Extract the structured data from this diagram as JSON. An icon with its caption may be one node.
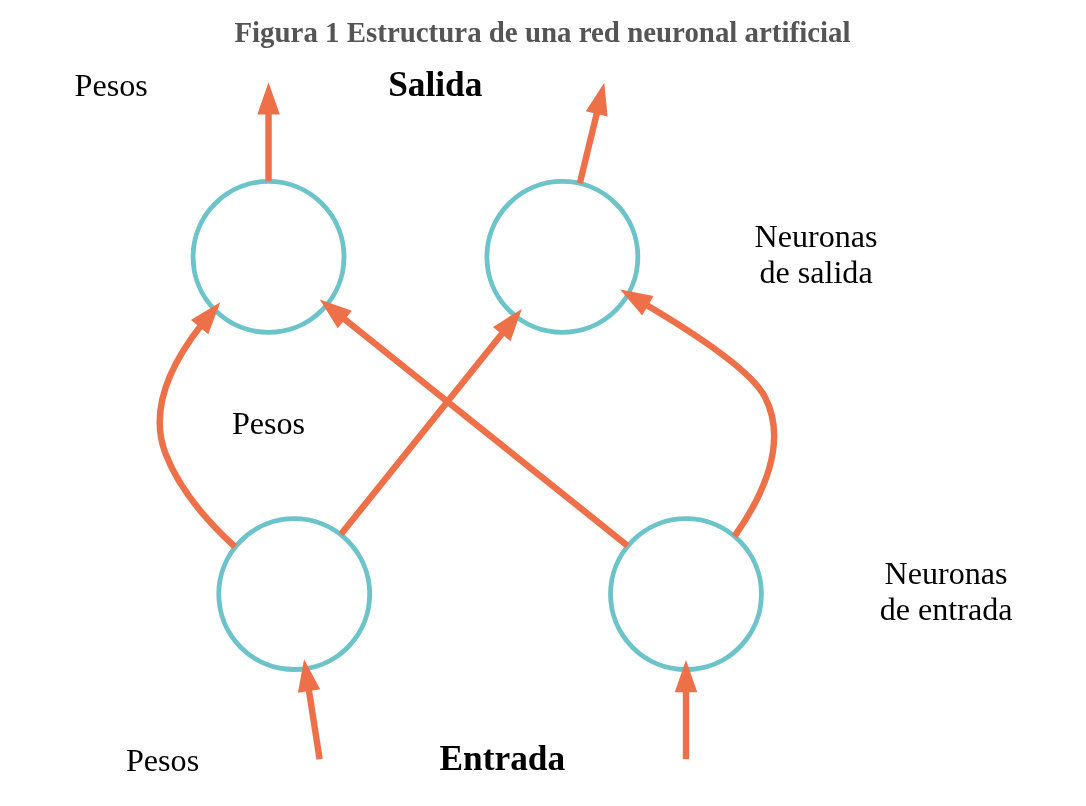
{
  "diagram": {
    "title": "Figura 1 Estructura de una red neuronal artificial",
    "nodes": [
      {
        "text": [],
        "shape": "circle"
      },
      {
        "text": [],
        "shape": "circle",
        "beside": [
          "Neuronas de salida"
        ]
      },
      {
        "text": [],
        "shape": "circle"
      },
      {
        "text": [],
        "shape": "circle",
        "beside": [
          "Neuronas de entrada"
        ]
      }
    ],
    "edges": [
      {
        "from": 0,
        "to": null,
        "arrow": "to"
      },
      {
        "from": 1,
        "to": null,
        "arrow": "to"
      },
      {
        "from": 2,
        "to": 0,
        "arrow": "to"
      },
      {
        "from": 2,
        "to": 1,
        "arrow": "to"
      },
      {
        "from": 3,
        "to": 0,
        "arrow": "to"
      },
      {
        "from": 3,
        "to": 1,
        "arrow": "to"
      },
      {
        "from": null,
        "to": 2,
        "arrow": "to"
      },
      {
        "from": null,
        "to": 3,
        "arrow": "to"
      }
    ],
    "labels": [
      "Salida",
      "Pesos",
      "Pesos",
      "Pesos",
      "Entrada"
    ]
  }
}
